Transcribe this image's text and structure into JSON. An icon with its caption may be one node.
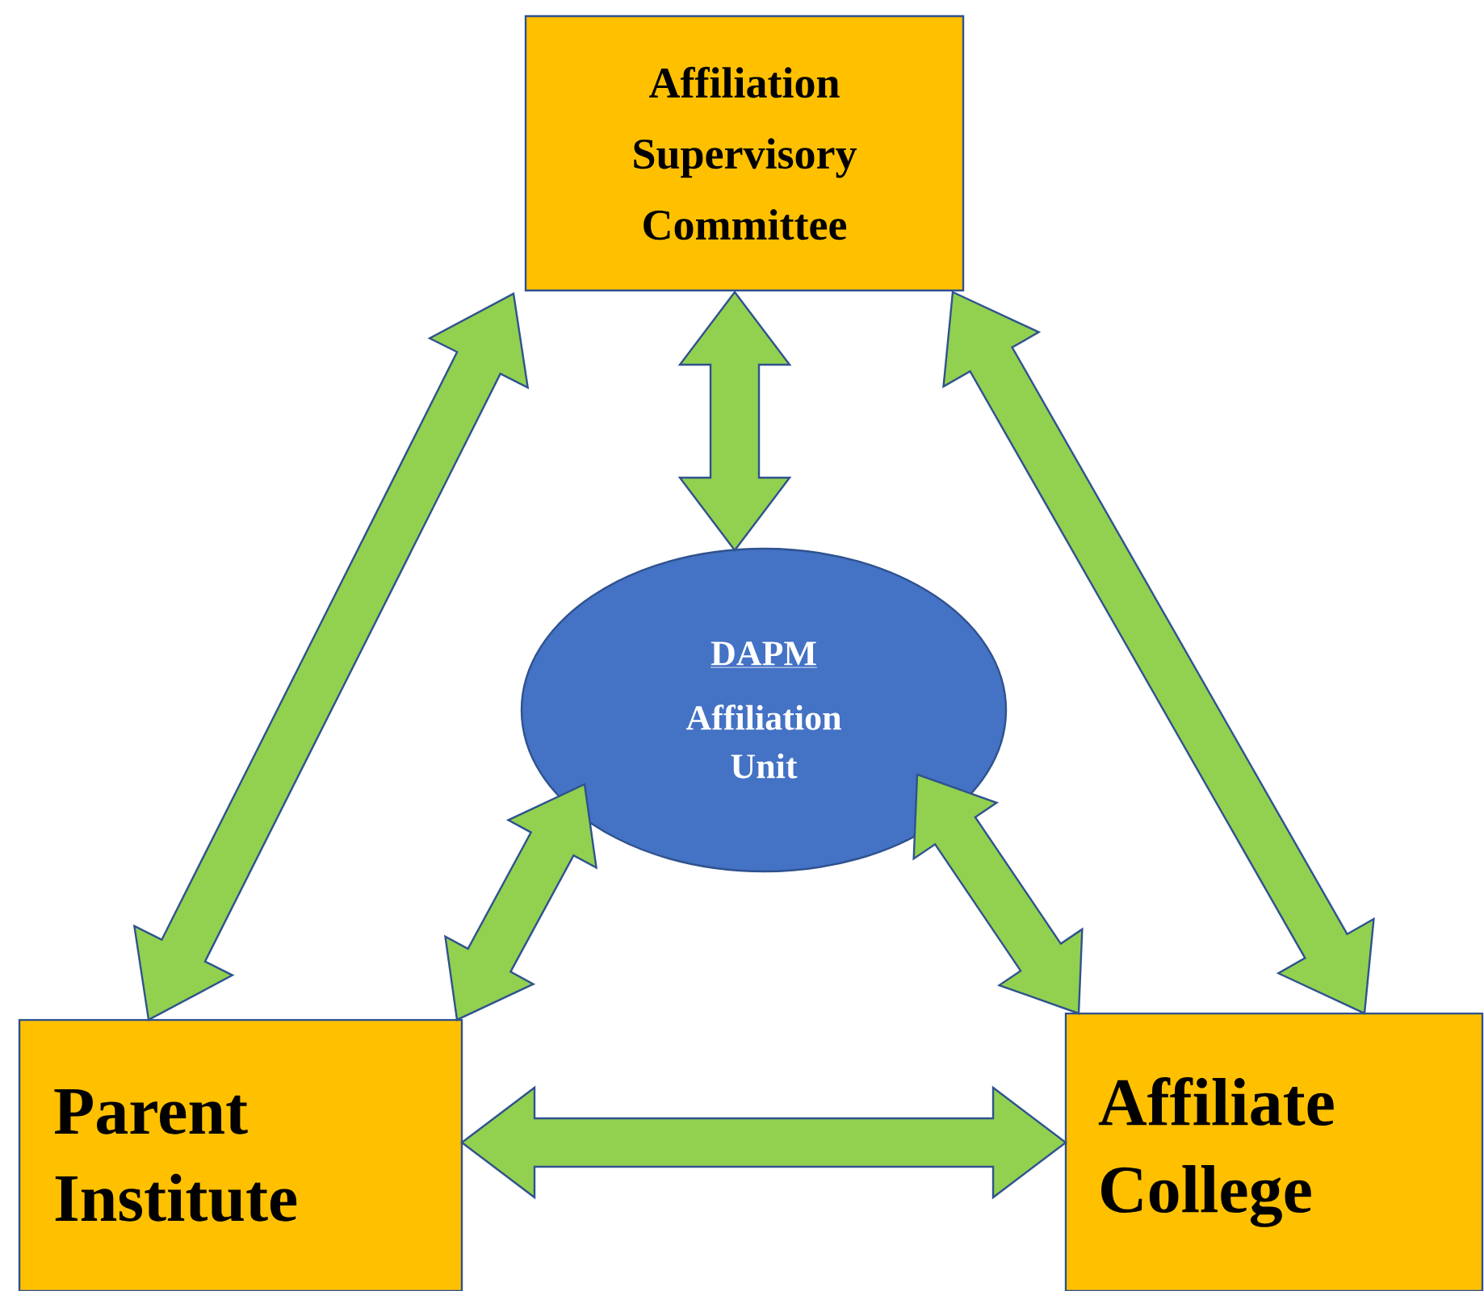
{
  "diagram": {
    "nodes": [
      {
        "text": [
          "Affiliation Supervisory Committee"
        ]
      },
      {
        "text": [
          "DAPM",
          "Affiliation Unit"
        ]
      },
      {
        "text": [
          "Parent Institute"
        ]
      },
      {
        "text": [
          "Affiliate College"
        ]
      }
    ],
    "edges": [
      {
        "from": 0,
        "to": 2,
        "arrow": "both"
      },
      {
        "from": 0,
        "to": 1,
        "arrow": "both"
      },
      {
        "from": 0,
        "to": 3,
        "arrow": "both"
      },
      {
        "from": 1,
        "to": 2,
        "arrow": "both"
      },
      {
        "from": 1,
        "to": 3,
        "arrow": "both"
      },
      {
        "from": 2,
        "to": 3,
        "arrow": "both"
      }
    ]
  }
}
